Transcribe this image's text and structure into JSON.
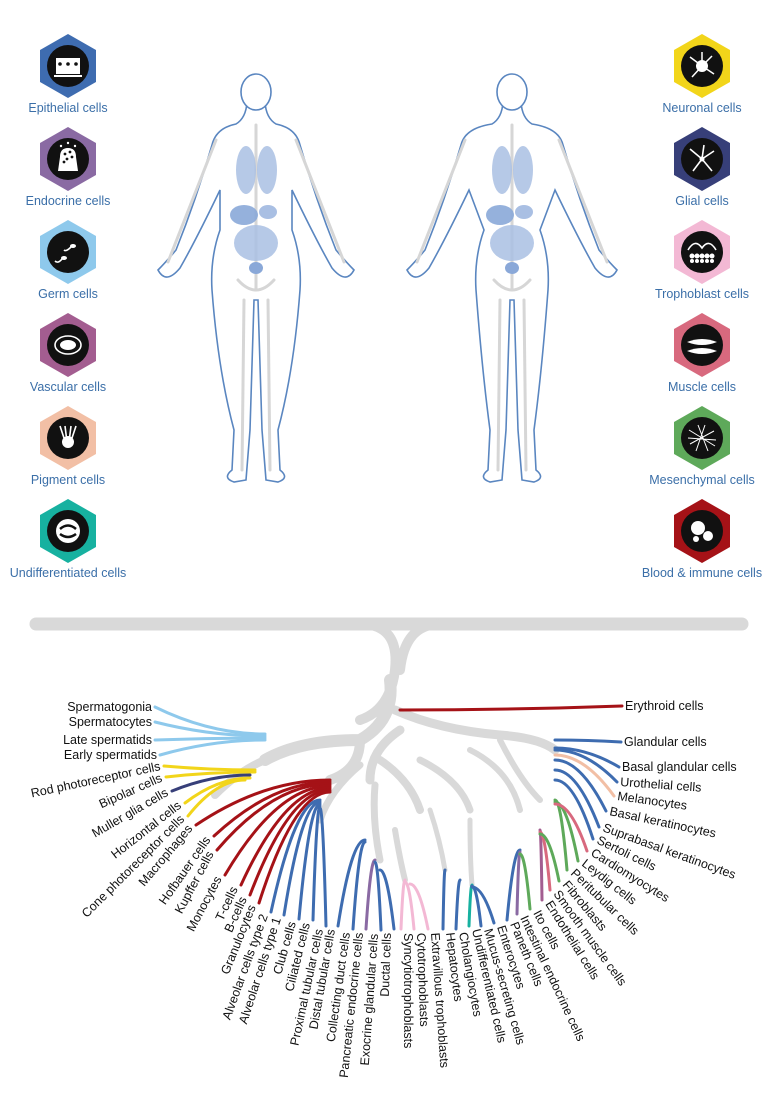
{
  "categories_left": [
    {
      "label": "Epithelial cells",
      "icon": "epithelial-icon",
      "color": "#3e6cb0"
    },
    {
      "label": "Endocrine cells",
      "icon": "endocrine-icon",
      "color": "#8a6aa3"
    },
    {
      "label": "Germ cells",
      "icon": "germ-icon",
      "color": "#8ec9ec"
    },
    {
      "label": "Vascular cells",
      "icon": "vascular-icon",
      "color": "#a35d90"
    },
    {
      "label": "Pigment cells",
      "icon": "pigment-icon",
      "color": "#f2bfa5"
    },
    {
      "label": "Undifferentiated cells",
      "icon": "undifferentiated-icon",
      "color": "#17b1a0"
    }
  ],
  "categories_right": [
    {
      "label": "Neuronal cells",
      "icon": "neuron-icon",
      "color": "#f2d51a"
    },
    {
      "label": "Glial cells",
      "icon": "glial-icon",
      "color": "#373f79"
    },
    {
      "label": "Trophoblast cells",
      "icon": "trophoblast-icon",
      "color": "#f3b8d4"
    },
    {
      "label": "Muscle cells",
      "icon": "muscle-icon",
      "color": "#d8697e"
    },
    {
      "label": "Mesenchymal cells",
      "icon": "mesenchymal-icon",
      "color": "#5ea95a"
    },
    {
      "label": "Blood & immune cells",
      "icon": "blood-icon",
      "color": "#a51217"
    }
  ],
  "tree_labels": [
    {
      "text": "Spermatogonia",
      "color": "#8ec9ec"
    },
    {
      "text": "Spermatocytes",
      "color": "#8ec9ec"
    },
    {
      "text": "Late spermatids",
      "color": "#8ec9ec"
    },
    {
      "text": "Early spermatids",
      "color": "#8ec9ec"
    },
    {
      "text": "Rod photoreceptor cells",
      "color": "#f2d51a"
    },
    {
      "text": "Bipolar cells",
      "color": "#f2d51a"
    },
    {
      "text": "Muller glia cells",
      "color": "#373f79"
    },
    {
      "text": "Horizontal cells",
      "color": "#f2d51a"
    },
    {
      "text": "Cone photoreceptor cells",
      "color": "#f2d51a"
    },
    {
      "text": "Macrophages",
      "color": "#a51217"
    },
    {
      "text": "Hofbauer cells",
      "color": "#a51217"
    },
    {
      "text": "Kupffer cells",
      "color": "#a51217"
    },
    {
      "text": "Monocytes",
      "color": "#a51217"
    },
    {
      "text": "T-cells",
      "color": "#a51217"
    },
    {
      "text": "B-cells",
      "color": "#a51217"
    },
    {
      "text": "Granulocytes",
      "color": "#a51217"
    },
    {
      "text": "Alveolar cells type 2",
      "color": "#3e6cb0"
    },
    {
      "text": "Alveolar cells type 1",
      "color": "#3e6cb0"
    },
    {
      "text": "Club cells",
      "color": "#3e6cb0"
    },
    {
      "text": "Ciliated cells",
      "color": "#3e6cb0"
    },
    {
      "text": "Proximal tubular cells",
      "color": "#3e6cb0"
    },
    {
      "text": "Distal tubular cells",
      "color": "#3e6cb0"
    },
    {
      "text": "Collecting duct cells",
      "color": "#3e6cb0"
    },
    {
      "text": "Pancreatic endocrine cells",
      "color": "#8a6aa3"
    },
    {
      "text": "Exocrine glandular cells",
      "color": "#3e6cb0"
    },
    {
      "text": "Ductal cells",
      "color": "#3e6cb0"
    },
    {
      "text": "Syncytiotrophoblasts",
      "color": "#f3b8d4"
    },
    {
      "text": "Cytotrophoblasts",
      "color": "#f3b8d4"
    },
    {
      "text": "Extravillous trophoblasts",
      "color": "#f3b8d4"
    },
    {
      "text": "Hepatocytes",
      "color": "#3e6cb0"
    },
    {
      "text": "Cholangiocytes",
      "color": "#3e6cb0"
    },
    {
      "text": "Undifferentiated cells",
      "color": "#17b1a0"
    },
    {
      "text": "Mucus-secreting cells",
      "color": "#3e6cb0"
    },
    {
      "text": "Enterocytes",
      "color": "#3e6cb0"
    },
    {
      "text": "Paneth cells",
      "color": "#3e6cb0"
    },
    {
      "text": "Intestinal endocrine cells",
      "color": "#8a6aa3"
    },
    {
      "text": "Ito cells",
      "color": "#5ea95a"
    },
    {
      "text": "Endothelial cells",
      "color": "#a35d90"
    },
    {
      "text": "Smooth muscle cells",
      "color": "#d8697e"
    },
    {
      "text": "Fibroblasts",
      "color": "#5ea95a"
    },
    {
      "text": "Peritubular cells",
      "color": "#5ea95a"
    },
    {
      "text": "Leydig cells",
      "color": "#5ea95a"
    },
    {
      "text": "Cardiomyocytes",
      "color": "#d8697e"
    },
    {
      "text": "Sertoli cells",
      "color": "#3e6cb0"
    },
    {
      "text": "Suprabasal keratinocytes",
      "color": "#3e6cb0"
    },
    {
      "text": "Basal keratinocytes",
      "color": "#3e6cb0"
    },
    {
      "text": "Melanocytes",
      "color": "#f2bfa5"
    },
    {
      "text": "Urothelial cells",
      "color": "#3e6cb0"
    },
    {
      "text": "Basal glandular cells",
      "color": "#3e6cb0"
    },
    {
      "text": "Glandular cells",
      "color": "#3e6cb0"
    },
    {
      "text": "Erythroid cells",
      "color": "#a51217"
    }
  ],
  "colors": {
    "trunk": "#d9d9d9",
    "body_outline": "#5a86c0",
    "organ": "#a9bfe3",
    "skeleton": "#d6d6d6"
  }
}
